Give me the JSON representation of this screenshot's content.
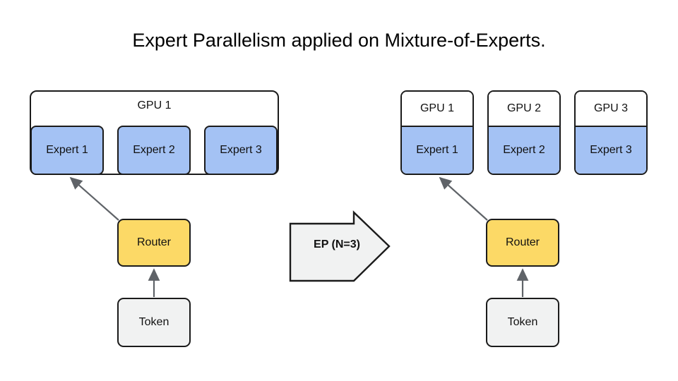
{
  "title": "Expert Parallelism applied on Mixture-of-Experts.",
  "colors": {
    "expert_fill": "#a4c2f4",
    "router_fill": "#fcd966",
    "token_fill": "#f1f2f2",
    "gpu_fill": "#ffffff",
    "stroke": "#1b1b1b",
    "edge": "#666666",
    "arrow_fill": "#f1f2f2",
    "background": "#ffffff"
  },
  "left": {
    "gpu_group_label": "GPU 1",
    "experts": [
      {
        "label": "Expert 1"
      },
      {
        "label": "Expert 2"
      },
      {
        "label": "Expert 3"
      }
    ],
    "router_label": "Router",
    "token_label": "Token"
  },
  "transform": {
    "arrow_label": "EP (N=3)",
    "icon": "right-block-arrow-icon"
  },
  "right": {
    "gpus": [
      {
        "label": "GPU 1",
        "expert": "Expert 1"
      },
      {
        "label": "GPU 2",
        "expert": "Expert 2"
      },
      {
        "label": "GPU 3",
        "expert": "Expert 3"
      }
    ],
    "router_label": "Router",
    "token_label": "Token"
  }
}
